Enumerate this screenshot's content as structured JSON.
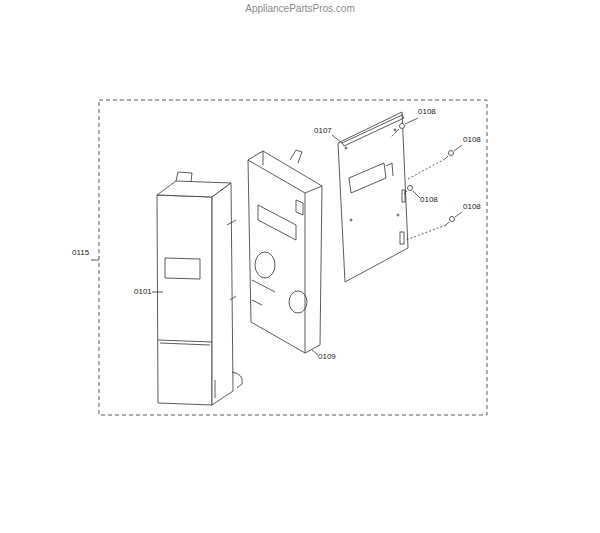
{
  "diagram": {
    "labels": [
      "AppliancePartsPros.com",
      "0108",
      "0107",
      "0108",
      "0115",
      "0108",
      "0101",
      "0108",
      "0109"
    ]
  }
}
